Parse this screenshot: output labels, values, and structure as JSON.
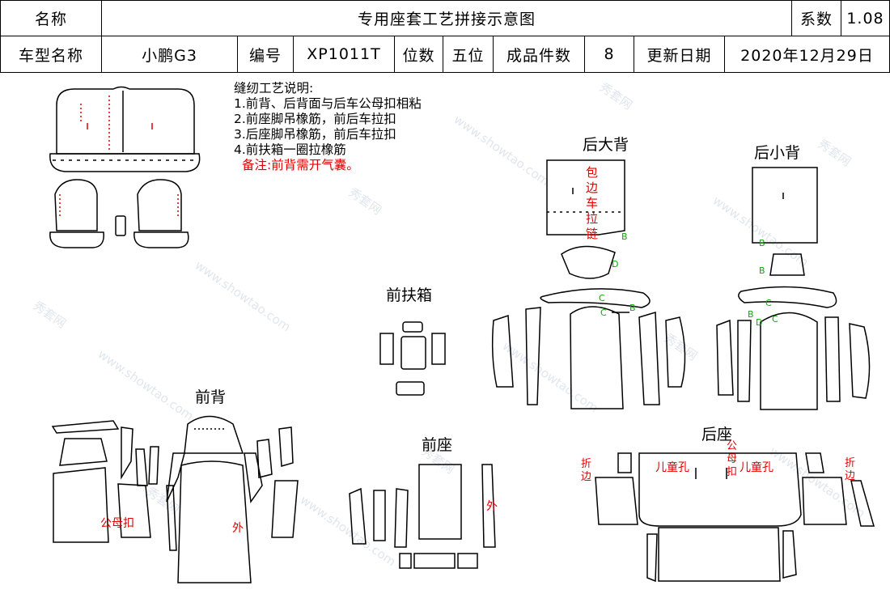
{
  "header": {
    "name_label": "名称",
    "title": "专用座套工艺拼接示意图",
    "coef_label": "系数",
    "coef_value": "1.08",
    "model_label": "车型名称",
    "model_value": "小鹏G3",
    "code_label": "编号",
    "code_value": "XP1011T",
    "seats_label": "位数",
    "seats_value": "五位",
    "pieces_label": "成品件数",
    "pieces_value": "8",
    "date_label": "更新日期",
    "date_value": "2020年12月29日"
  },
  "notes": {
    "title": "缝纫工艺说明:",
    "items": [
      "1.前背、后背面与后车公母扣相粘",
      "2.前座脚吊橡筋，前后车拉扣",
      "3.后座脚吊橡筋，前后车拉扣",
      "4.前扶箱一圈拉橡筋"
    ],
    "remark": "备注:前背需开气囊。"
  },
  "sections": {
    "rear_big_back": "后大背",
    "rear_small_back": "后小背",
    "front_armrest": "前扶箱",
    "front_back": "前背",
    "front_seat": "前座",
    "rear_seat": "后座"
  },
  "annotations": {
    "zipper": "包边车拉链",
    "snap": "公母扣",
    "outer": "外",
    "outer2": "外",
    "child_hole_l": "儿童孔",
    "child_hole_r": "儿童孔",
    "rear_snap": "公母扣",
    "fold_l": "折边",
    "fold_r": "折边",
    "b": "B",
    "c": "C",
    "d": "D"
  },
  "colors": {
    "line": "#000000",
    "red": "#e00000",
    "green": "#00b000"
  },
  "watermark": {
    "brand": "秀套网",
    "url": "www.showtao.com"
  }
}
